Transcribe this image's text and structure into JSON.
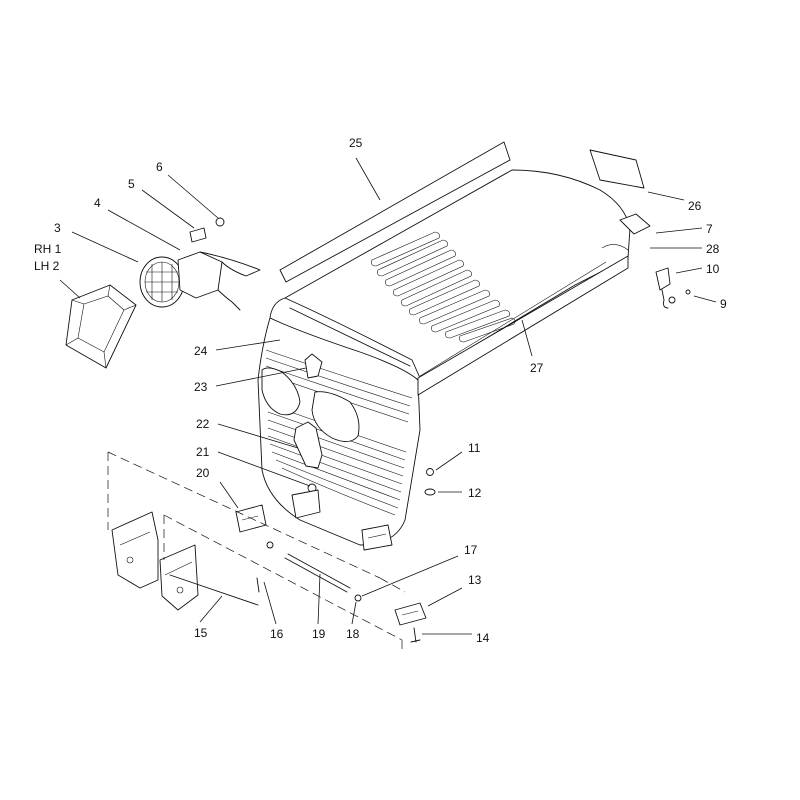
{
  "labels": {
    "rh": "RH 1",
    "lh": "LH 2",
    "p3": "3",
    "p4": "4",
    "p5": "5",
    "p6": "6",
    "p7": "7",
    "p9": "9",
    "p10": "10",
    "p11": "11",
    "p12": "12",
    "p13": "13",
    "p14": "14",
    "p15": "15",
    "p16": "16",
    "p17": "17",
    "p18": "18",
    "p19": "19",
    "p20": "20",
    "p21": "21",
    "p22": "22",
    "p23": "23",
    "p24": "24",
    "p25": "25",
    "p26": "26",
    "p27": "27",
    "p28": "28"
  }
}
